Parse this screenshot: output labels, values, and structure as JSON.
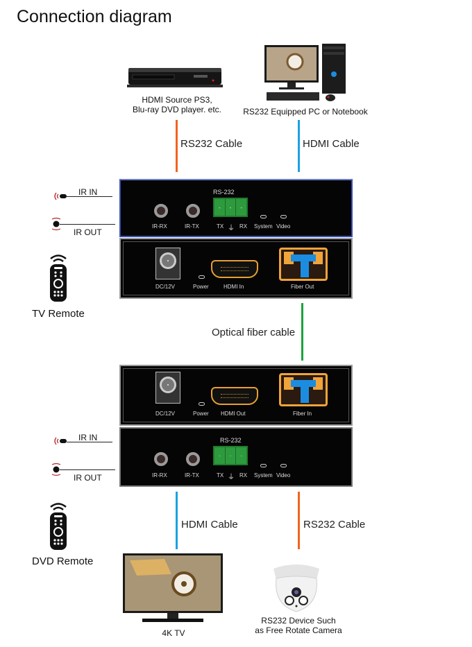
{
  "title": "Connection diagram",
  "devices": {
    "hdmi_source": {
      "caption_line1": "HDMI Source PS3,",
      "caption_line2": "Blu-ray DVD player. etc."
    },
    "pc": {
      "caption": "RS232 Equipped PC or Notebook"
    },
    "tv": {
      "caption": "4K TV"
    },
    "camera": {
      "caption_line1": "RS232 Device Such",
      "caption_line2": "as Free Rotate Camera"
    }
  },
  "cables": {
    "top_left": {
      "label": "RS232 Cable",
      "color": "#f0641e"
    },
    "top_right": {
      "label": "HDMI Cable",
      "color": "#1ba1e2"
    },
    "middle": {
      "label": "Optical fiber cable",
      "color": "#1aa33c"
    },
    "bottom_left": {
      "label": "HDMI Cable",
      "color": "#1ba1e2"
    },
    "bottom_right": {
      "label": "RS232 Cable",
      "color": "#f0641e"
    }
  },
  "transmitter": {
    "rear_panel": {
      "header": "RS-232",
      "ports": [
        "IR-RX",
        "IR-TX",
        "TX",
        "⏚",
        "RX",
        "System",
        "Video"
      ]
    },
    "front_panel": {
      "ports": [
        "DC/12V",
        "Power",
        "HDMI In",
        "Fiber Out"
      ]
    }
  },
  "receiver": {
    "front_panel": {
      "ports": [
        "DC/12V",
        "Power",
        "HDMI Out",
        "Fiber In"
      ]
    },
    "rear_panel": {
      "header": "RS-232",
      "ports": [
        "IR-RX",
        "IR-TX",
        "TX",
        "⏚",
        "RX",
        "System",
        "Video"
      ]
    }
  },
  "ir": {
    "top": {
      "in_label": "IR IN",
      "out_label": "IR OUT"
    },
    "bottom": {
      "in_label": "IR IN",
      "out_label": "IR OUT"
    }
  },
  "remotes": {
    "top": {
      "label": "TV Remote"
    },
    "bottom": {
      "label": "DVD Remote"
    }
  }
}
